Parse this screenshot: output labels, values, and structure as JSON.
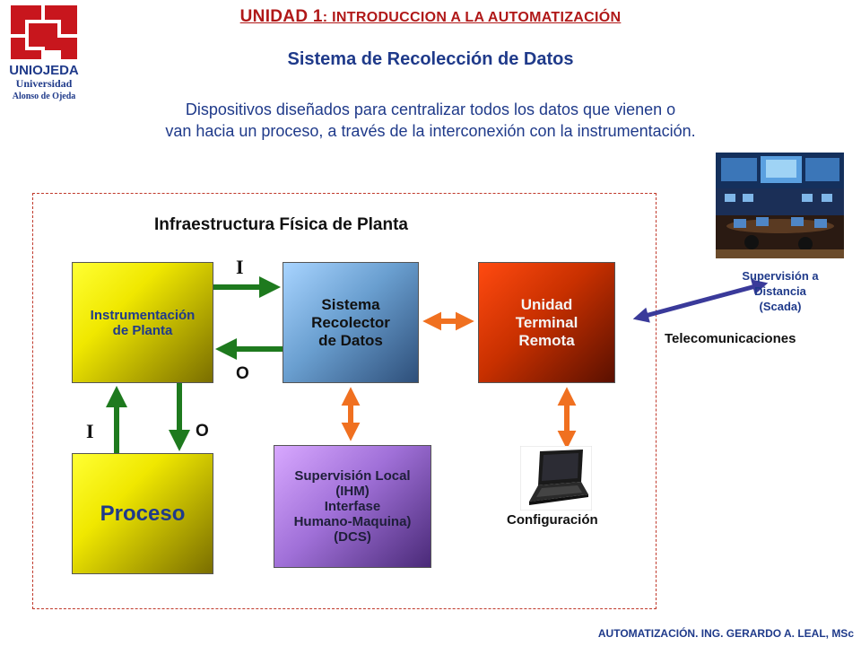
{
  "header": {
    "title_prefix": "UNIDAD 1",
    "title_rest": ": INTRODUCCION A LA AUTOMATIZACIÓN",
    "subtitle": "Sistema de Recolección de Datos"
  },
  "logo": {
    "name": "UNIOJEDA",
    "line2": "Universidad",
    "line3": "Alonso de Ojeda"
  },
  "description": [
    "Dispositivos diseñados para centralizar todos los datos que vienen o",
    "van hacia un proceso, a través de la interconexión con la instrumentación."
  ],
  "diagram": {
    "infra_label": "Infraestructura Física de Planta",
    "boxes": {
      "instrumentacion": [
        "Instrumentación",
        "de Planta"
      ],
      "sistema": [
        "Sistema",
        "Recolector",
        "de Datos"
      ],
      "unidad": [
        "Unidad",
        "Terminal",
        "Remota"
      ],
      "proceso": [
        "Proceso"
      ],
      "supervision": [
        "Supervisión Local",
        "(IHM)",
        "Interfase",
        "Humano-Maquina)",
        "(DCS)"
      ]
    },
    "io_labels": {
      "top_input": "I",
      "top_output": "O",
      "left_input": "I",
      "left_output": "O"
    },
    "configuracion": "Configuración",
    "telecomunicaciones": "Telecomunicaciones",
    "scada": [
      "Supervisión a",
      "Distancia",
      "(Scada)"
    ]
  },
  "colors": {
    "title_red": "#b01818",
    "text_blue": "#1f3a8a",
    "arrow_green": "#1e7a1e",
    "arrow_orange": "#f07020",
    "arrow_navy": "#3a3a9a",
    "boundary_red": "#c0392b"
  },
  "footer": "AUTOMATIZACIÓN.  ING. GERARDO  A. LEAL, MSc"
}
